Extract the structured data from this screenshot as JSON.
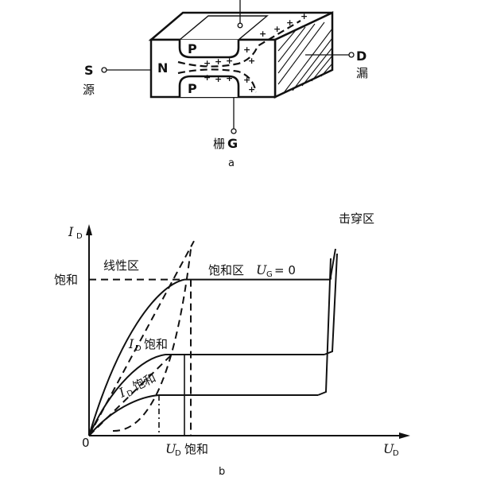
{
  "device": {
    "source_letter": "S",
    "source_name": "源",
    "drain_letter": "D",
    "drain_name": "漏",
    "gate_letter": "G",
    "gate_name": "栅",
    "channel_letter": "N",
    "p_region_letter": "P",
    "plus_sign": "+",
    "caption": "a"
  },
  "chart_data": {
    "type": "line",
    "y_axis_label": "I",
    "y_axis_subscript": "D",
    "x_axis_label": "U",
    "x_axis_subscript": "D",
    "origin_label": "0",
    "y_saturation_label": "饱和",
    "x_saturation_label_main": "U",
    "x_saturation_label_sub": "D",
    "x_saturation_label_suffix": "饱和",
    "linear_region_label": "线性区",
    "saturation_region_label_text": "饱和区",
    "ug_label_main": "U",
    "ug_label_sub": "G",
    "ug_label_value": "= 0",
    "breakdown_region_label": "击穿区",
    "curve_label_1_main": "I",
    "curve_label_1_sub": "D",
    "curve_label_1_suffix": "饱和",
    "curve_label_2_main": "I",
    "curve_label_2_sub": "D",
    "curve_label_2_suffix": "饱和",
    "caption": "b",
    "x_range": [
      0,
      10
    ],
    "y_range": [
      0,
      10
    ],
    "series": [
      {
        "sat_x": 3.0,
        "sat_y": 7.7,
        "breakdown_x": 7.6
      },
      {
        "sat_x": 2.4,
        "sat_y": 4.0,
        "breakdown_x": 7.4
      },
      {
        "sat_x": 2.2,
        "sat_y": 2.0,
        "breakdown_x": 7.2
      }
    ]
  }
}
